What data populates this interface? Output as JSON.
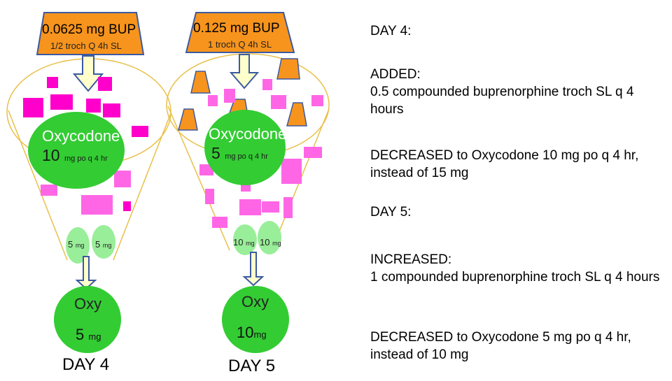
{
  "left_panel": {
    "banner_dose": "0.0625 mg BUP",
    "banner_freq": "1/2 troch Q 4h SL",
    "drug_name": "Oxycodone",
    "drug_dose_value": "10",
    "drug_dose_unit": "mg po q 4 hr",
    "mini_dose_1_value": "5",
    "mini_dose_1_unit": "mg",
    "mini_dose_2_value": "5",
    "mini_dose_2_unit": "mg",
    "result_name": "Oxy",
    "result_dose_value": "5",
    "result_dose_unit": "mg",
    "day_label": "DAY 4"
  },
  "middle_panel": {
    "banner_dose": "0.125 mg BUP",
    "banner_freq": "1 troch Q 4h SL",
    "drug_name": "Oxycodone",
    "drug_dose_value": "5",
    "drug_dose_unit": "mg po q 4 hr",
    "mini_dose_1_value": "10",
    "mini_dose_1_unit": "mg",
    "mini_dose_2_value": "10",
    "mini_dose_2_unit": "mg",
    "result_name": "Oxy",
    "result_dose_value": "10",
    "result_dose_unit": "mg",
    "day_label": "DAY 5"
  },
  "notes": {
    "day4_heading": "DAY 4:",
    "day4_added_label": "ADDED:",
    "day4_added_text": "0.5 compounded buprenorphine troch SL q 4 hours",
    "day4_decreased": "DECREASED to Oxycodone 10 mg po q 4 hr, instead of 15 mg",
    "day5_heading": "DAY 5:",
    "day5_increased_label": "INCREASED:",
    "day5_increased_text": "1 compounded buprenorphine troch SL q 4 hours",
    "day5_decreased": "DECREASED to Oxycodone 5 mg po q 4 hr, instead of 10 mg"
  },
  "colors": {
    "banner_fill": "#f7941d",
    "banner_stroke": "#3b5aa0",
    "magenta": "#ff00cc",
    "pink": "#ff66e6",
    "green": "#33cc33",
    "light_green": "#99ee99",
    "funnel_line": "#e8c04a",
    "arrow_fill": "#ffffcc",
    "arrow_stroke": "#3b5aa0"
  }
}
